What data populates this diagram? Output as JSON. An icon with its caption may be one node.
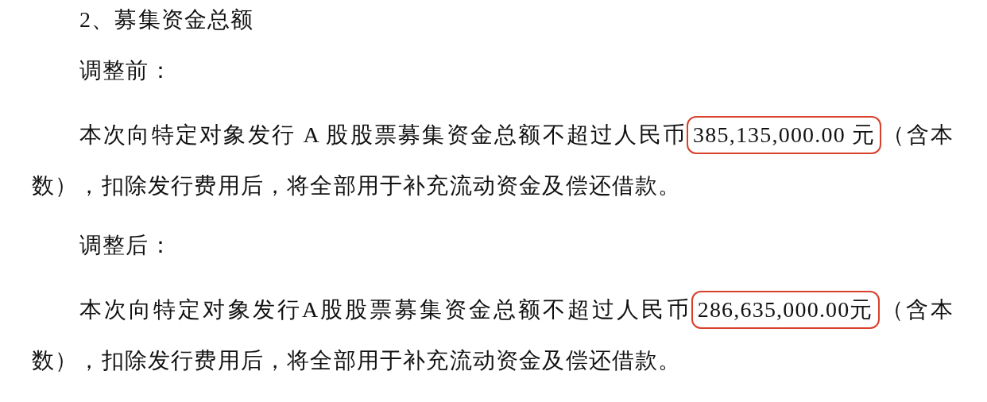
{
  "diagram": {
    "title": "2、募集资金总额",
    "nodes": [
      {
        "text": [
          "385,135,000.00 元"
        ]
      },
      {
        "text": [
          "286,635,000.00元"
        ]
      }
    ],
    "edges": [],
    "labels": [
      "调整前：",
      "本次向特定对象发行 A 股股票募集资金总额不超过人民币",
      "（含本数），扣除发行费用后，将全部用于补充流动资金及偿还借款。",
      "调整后：",
      "本次向特定对象发行A股股票募集资金总额不超过人民币",
      "（含本数），扣除发行费用后，将全部用于补充流动资金及偿还借款。"
    ]
  }
}
